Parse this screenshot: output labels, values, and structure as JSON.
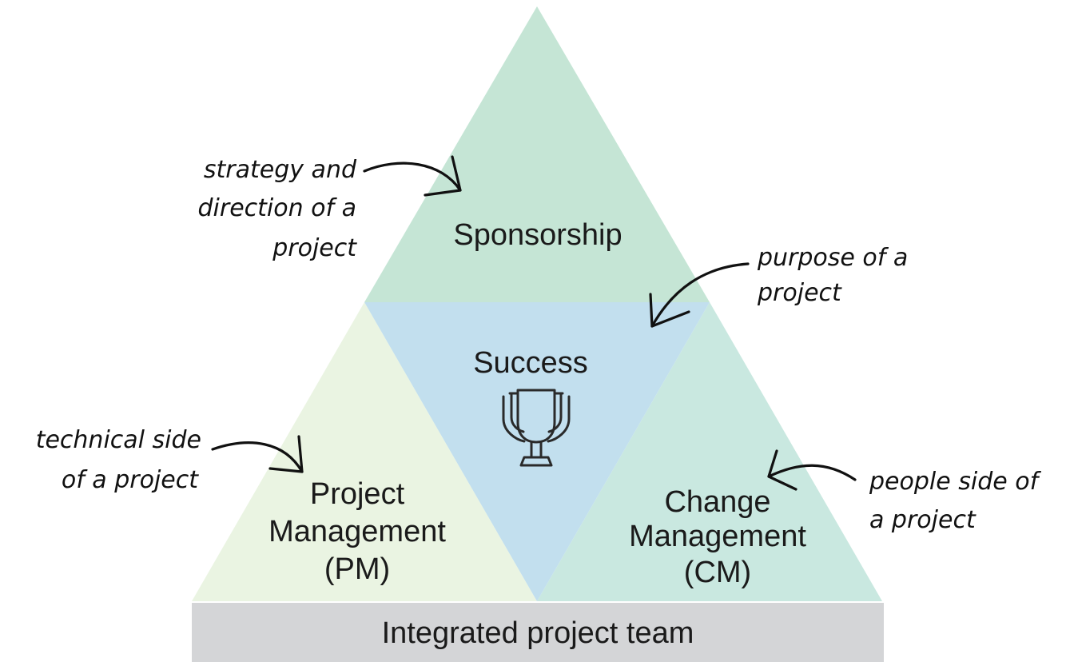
{
  "diagram": {
    "segments": {
      "sponsorship": {
        "label": "Sponsorship",
        "color": "#c5e5d5"
      },
      "success": {
        "label": "Success",
        "color": "#c2dfee"
      },
      "project_management": {
        "label_lines": [
          "Project",
          "Management",
          "(PM)"
        ],
        "color": "#eaf4e2"
      },
      "change_management": {
        "label_lines": [
          "Change",
          "Management",
          "(CM)"
        ],
        "color": "#c9e8e0"
      }
    },
    "base_bar": {
      "label": "Integrated project team",
      "color": "#d4d5d7"
    },
    "icons": {
      "center": "trophy-icon"
    },
    "annotations": {
      "strategy": [
        "strategy and",
        "direction of a",
        "project"
      ],
      "purpose": [
        "purpose of a",
        "project"
      ],
      "technical": [
        "technical side",
        "of a project"
      ],
      "people": [
        "people side of",
        "a project"
      ]
    }
  }
}
